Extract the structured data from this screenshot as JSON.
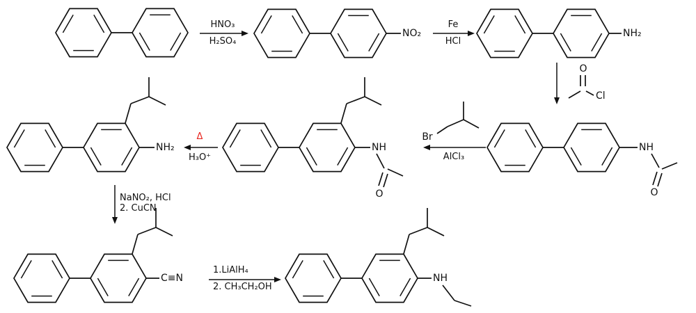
{
  "colors": {
    "bond": "#111111",
    "delta": "#e8261f",
    "background": "#ffffff"
  },
  "labels": {
    "hno3": "HNO₃",
    "h2so4": "H₂SO₄",
    "no2": "NO₂",
    "fe": "Fe",
    "hcl": "HCl",
    "nh2_top": "NH₂",
    "o_acyl": "O",
    "cl_acyl": "Cl",
    "nh_right": "NH",
    "o_right": "O",
    "br": "Br",
    "alcl3": "AlCl₃",
    "delta": "Δ",
    "h3o_plus": "H₃O⁺",
    "nh_mid": "NH",
    "o_mid": "O",
    "nh2_mid": "NH₂",
    "nano2_hcl": "NaNO₂, HCl",
    "cucn": "2. CuCN",
    "nitrile": "C≡N",
    "lialh4": "1.LiAlH₄",
    "ch3ch2oh": "2. CH₃CH₂OH",
    "nh_bottom": "NH"
  }
}
